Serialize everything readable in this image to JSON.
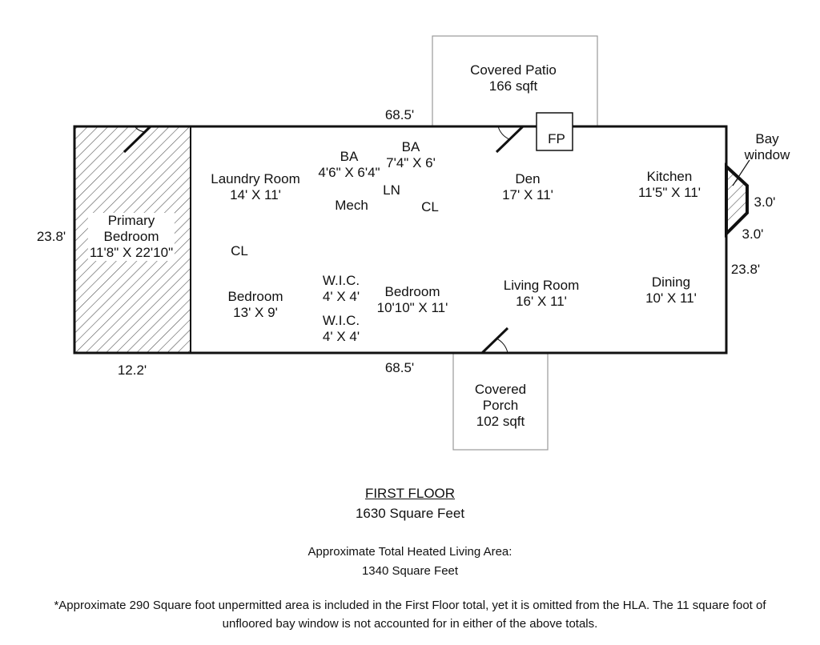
{
  "plan": {
    "rooms": {
      "primary_bedroom": {
        "name": "Primary Bedroom",
        "dims": "11'8\" X 22'10\""
      },
      "laundry_room": {
        "name": "Laundry Room",
        "dims": "14' X 11'"
      },
      "ba1": {
        "name": "BA",
        "dims": "4'6\" X 6'4\""
      },
      "ba2": {
        "name": "BA",
        "dims": "7'4\" X 6'"
      },
      "ln": "LN",
      "mech": "Mech",
      "cl_upper": "CL",
      "cl_left": "CL",
      "den": {
        "name": "Den",
        "dims": "17' X 11'"
      },
      "kitchen": {
        "name": "Kitchen",
        "dims": "11'5\" X 11'"
      },
      "bedroom_left": {
        "name": "Bedroom",
        "dims": "13' X 9'"
      },
      "wic1": {
        "name": "W.I.C.",
        "dims": "4' X 4'"
      },
      "wic2": {
        "name": "W.I.C.",
        "dims": "4' X 4'"
      },
      "bedroom_mid": {
        "name": "Bedroom",
        "dims": "10'10\" X 11'"
      },
      "living_room": {
        "name": "Living Room",
        "dims": "16' X 11'"
      },
      "dining": {
        "name": "Dining",
        "dims": "10' X 11'"
      },
      "fp": "FP"
    },
    "covered_patio": {
      "name": "Covered Patio",
      "area": "166 sqft"
    },
    "covered_porch": {
      "name": "Covered Porch",
      "area": "102 sqft"
    },
    "bay_window": {
      "line1": "Bay",
      "line2": "window"
    },
    "dimensions": {
      "top": "68.5'",
      "bottom": "68.5'",
      "left": "23.8'",
      "right": "23.8'",
      "primary_width": "12.2'",
      "bay_side": "3.0'",
      "bay_front": "3.0'"
    }
  },
  "footer": {
    "floor_title": "FIRST FLOOR",
    "floor_area": "1630 Square Feet",
    "hla_label": "Approximate Total Heated Living Area:",
    "hla_value": "1340 Square Feet",
    "note_line1": "*Approximate 290 Square foot unpermitted area is included in the First Floor total, yet it is omitted from the HLA. The 11 square foot of",
    "note_line2": "unfloored bay window is not accounted for in either of the above totals."
  }
}
